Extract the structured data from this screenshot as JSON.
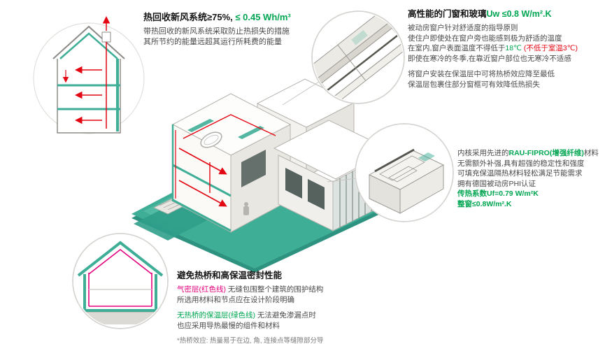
{
  "colors": {
    "teal": "#3fae97",
    "green_text": "#00a651",
    "red_text": "#e30613",
    "magenta_text": "#e6007e",
    "body_text": "#4a4a4a"
  },
  "illustrations": {
    "main": "isometric-passive-house-cutaway",
    "ventilation": "house-cross-section-airflow",
    "window_corner": "window-frame-corner-detail",
    "window_profile": "window-profile-extrusion",
    "thermal": "house-cross-section-insulation"
  },
  "callouts": {
    "ventilation": {
      "title_black": "热回收新风系统≥75%,",
      "title_green": " ≤ 0.45 Wh/m³",
      "line1": "带热回收的新风系统采取防止热损失的措施",
      "line2": "其所节约的能量远超其运行所耗费的能量"
    },
    "windows": {
      "title_black": "高性能的门窗和玻璃",
      "title_green": "Uw ≤0.8 W/m².K",
      "line1": "被动房窗户针对舒适度的指导原则",
      "line2": "使住户即使处在窗户旁也能感到极为舒适的温度",
      "line3a": "在室内,窗户表面温度不得低于",
      "line3b": "18℃",
      "line3c": " (不低于室温3℃)",
      "line4": "即使在寒冷的冬季,在靠近窗户部位也无寒冷不适感",
      "line5": "将窗户安装在保温层中可将热桥效应降至最低",
      "line6": "保温层包裹住部分窗框可有效降低热损失"
    },
    "profile": {
      "line1a": "内核采用先进的",
      "line1b": "RAU-FIPRO(增强纤维)",
      "line1c": "材料",
      "line2": "无需额外补强,具有超强的稳定性和强度",
      "line3": "可填充保温隔热材料轻松满足节能需求",
      "line4": "拥有德国被动房PHI认证",
      "line5": "传热系数Uf=0.79 W/m²K",
      "line6": "整窗≤0.8W/m².K"
    },
    "thermal": {
      "title": "避免热桥和高保温密封性能",
      "line1a": "气密层(红色线)",
      "line1b": " 无缝包围整个建筑的围护结构",
      "line2": "所选用材料和节点应在设计阶段明确",
      "line3a": "无热桥的保温层(绿色线)",
      "line3b": " 无法避免渗漏点时",
      "line4": "也应采用导热最慢的组件和材料",
      "footnote": "*热桥效应: 热量易于在边, 角, 连接点等缝隙部分导"
    }
  }
}
